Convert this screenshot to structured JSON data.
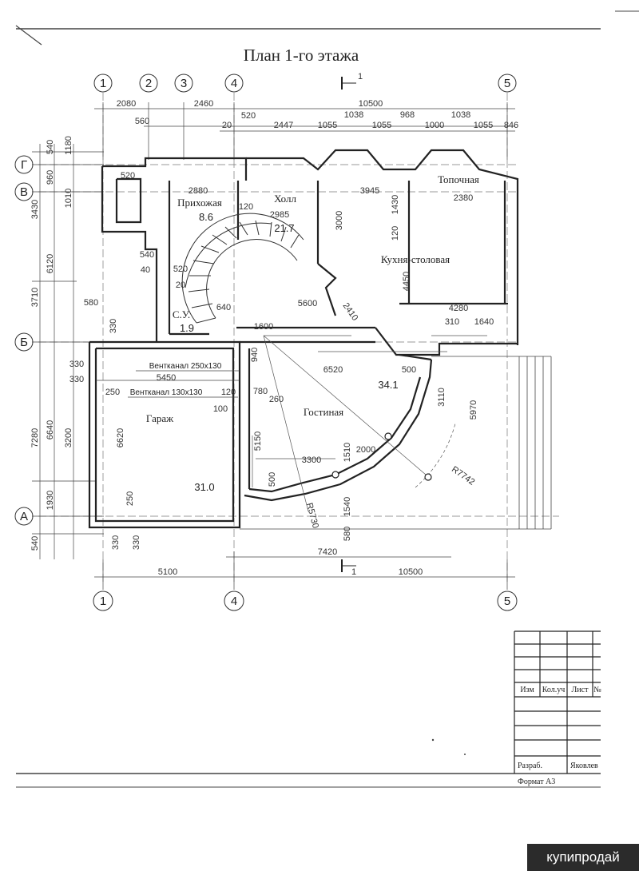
{
  "title": "План 1-го этажа",
  "axes": {
    "top": [
      "1",
      "2",
      "3",
      "4",
      "5"
    ],
    "bottom": [
      "1",
      "4",
      "5"
    ],
    "left": [
      "Г",
      "В",
      "Б",
      "А"
    ]
  },
  "section_mark": "1",
  "dims_top": {
    "row1": [
      "2080",
      "2460",
      "10500"
    ],
    "row2": [
      "560",
      "1038",
      "968",
      "1038"
    ],
    "row3": [
      "20",
      "520",
      "2447",
      "1055",
      "1055",
      "1000",
      "1055",
      "846"
    ]
  },
  "dims_left": [
    "540",
    "1180",
    "960",
    "3430",
    "1010",
    "6120",
    "3710",
    "7280",
    "6640",
    "3200",
    "1930",
    "540",
    "330",
    "330"
  ],
  "dims_bottom": [
    "5100",
    "10500",
    "7420"
  ],
  "dims_inner": [
    "2880",
    "2985",
    "120",
    "520",
    "3945",
    "2380",
    "3000",
    "1430",
    "120",
    "540",
    "40",
    "520",
    "20",
    "640",
    "5600",
    "2410",
    "4280",
    "310",
    "1640",
    "4450",
    "580",
    "330",
    "1600",
    "6520",
    "500",
    "5450",
    "250",
    "780",
    "260",
    "5150",
    "3300",
    "1510",
    "2000",
    "500",
    "1540",
    "580",
    "3110",
    "5970",
    "6620",
    "250",
    "330",
    "330",
    "100",
    "120",
    "R7742",
    "R5730",
    "940"
  ],
  "rooms": [
    {
      "name": "Прихожая",
      "area": "8.6"
    },
    {
      "name": "Холл",
      "area": "21.7"
    },
    {
      "name": "Топочная",
      "area": ""
    },
    {
      "name": "Кухня-столовая",
      "area": ""
    },
    {
      "name": "С.У.",
      "area": "1.9"
    },
    {
      "name": "Гостиная",
      "area": "34.1"
    },
    {
      "name": "Гараж",
      "area": "31.0"
    }
  ],
  "vent": [
    "Вентканал 250х130",
    "Вентканал 130х130"
  ],
  "title_block": {
    "cells": [
      "Изм",
      "Кол.уч",
      "Лист",
      "№"
    ],
    "dev_label": "Разраб.",
    "dev_name": "Яковлев"
  },
  "format": "Формат А3",
  "watermark": "купипродай",
  "colors": {
    "line": "#333333",
    "paper": "#ffffff",
    "badge": "#2b2b2b"
  }
}
